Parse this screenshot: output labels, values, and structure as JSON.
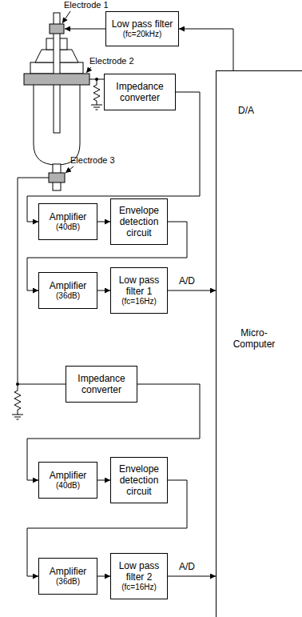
{
  "diagram": {
    "nodes": [
      {
        "text": [
          "Low pass filter",
          "(fc=20kHz)"
        ]
      },
      {
        "text": [
          "Impedance converter"
        ]
      },
      {
        "text": [
          "Amplifier",
          "(40dB)"
        ]
      },
      {
        "text": [
          "Envelope detection circuit"
        ]
      },
      {
        "text": [
          "Amplifier",
          "(36dB)"
        ]
      },
      {
        "text": [
          "Low pass filter 1",
          "(fc=16Hz)"
        ]
      },
      {
        "text": [
          "Impedance converter"
        ]
      },
      {
        "text": [
          "Amplifier",
          "(40dB)"
        ]
      },
      {
        "text": [
          "Envelope detection circuit"
        ]
      },
      {
        "text": [
          "Amplifier",
          "(36dB)"
        ]
      },
      {
        "text": [
          "Low pass filter 2",
          "(fc=16Hz)"
        ]
      },
      {
        "text": [
          "Micro-Computer"
        ]
      }
    ],
    "edges": [
      {
        "from": 11,
        "to": 0,
        "arrow": "to"
      },
      {
        "from": 1,
        "to": 2,
        "arrow": "to"
      },
      {
        "from": 2,
        "to": 3,
        "arrow": "to"
      },
      {
        "from": 3,
        "to": 4,
        "arrow": "to"
      },
      {
        "from": 4,
        "to": 5,
        "arrow": "to"
      },
      {
        "from": 5,
        "to": 11,
        "arrow": "to"
      },
      {
        "from": 6,
        "to": 7,
        "arrow": "to"
      },
      {
        "from": 7,
        "to": 8,
        "arrow": "to"
      },
      {
        "from": 8,
        "to": 9,
        "arrow": "to"
      },
      {
        "from": 9,
        "to": 10,
        "arrow": "to"
      },
      {
        "from": 10,
        "to": 11,
        "arrow": "to"
      }
    ],
    "labels": [
      "Electrode 1",
      "Electrode 2",
      "Electrode 3",
      "D/A",
      "A/D",
      "A/D"
    ]
  }
}
